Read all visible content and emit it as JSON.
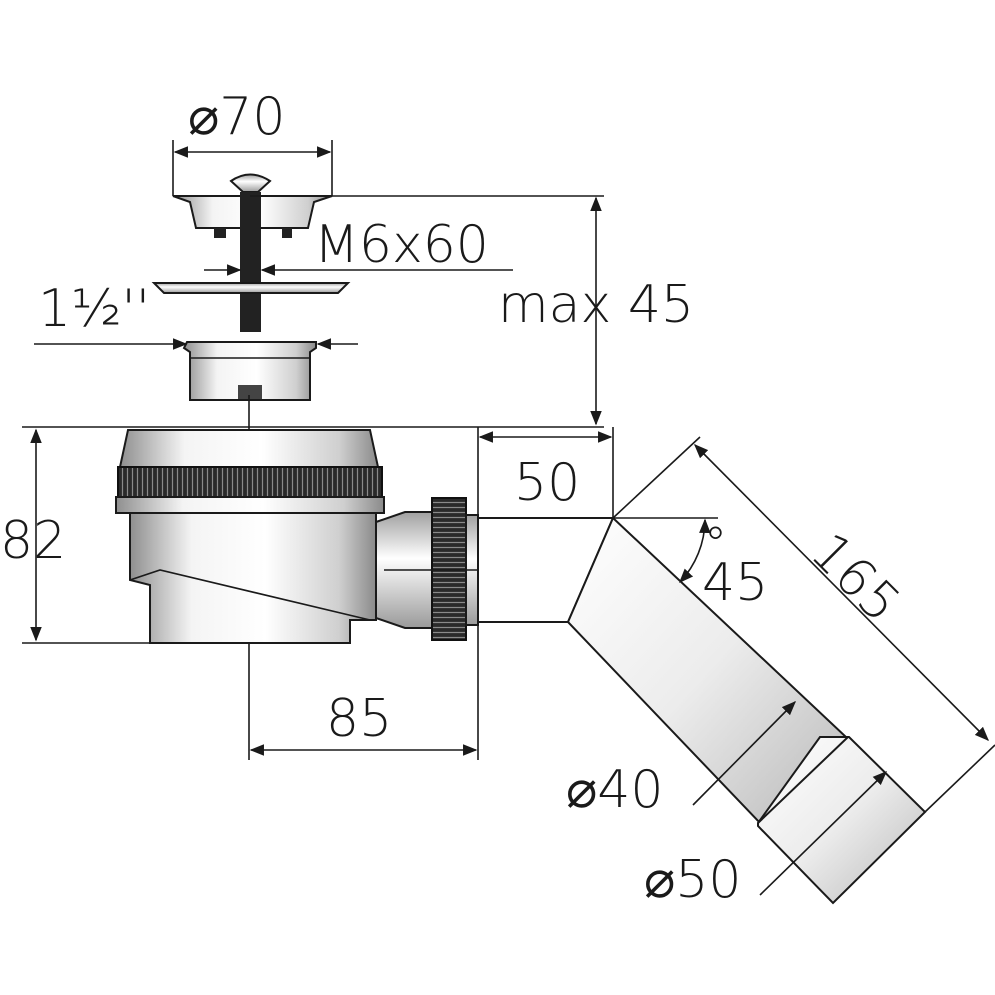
{
  "labels": {
    "grate_diameter": "⌀70",
    "screw": "M6x60",
    "thread": "1½''",
    "max_height": "max 45",
    "height": "82",
    "outlet_offset": "50",
    "angle": "45",
    "degree_mark": "°",
    "length": "165",
    "width": "85",
    "pipe_small": "⌀40",
    "pipe_large": "⌀50"
  },
  "colors": {
    "ink": "#1a1a1a",
    "metal_light": "#ffffff",
    "metal_dark": "#9a9a9a",
    "ring": "#2a2a2a"
  }
}
